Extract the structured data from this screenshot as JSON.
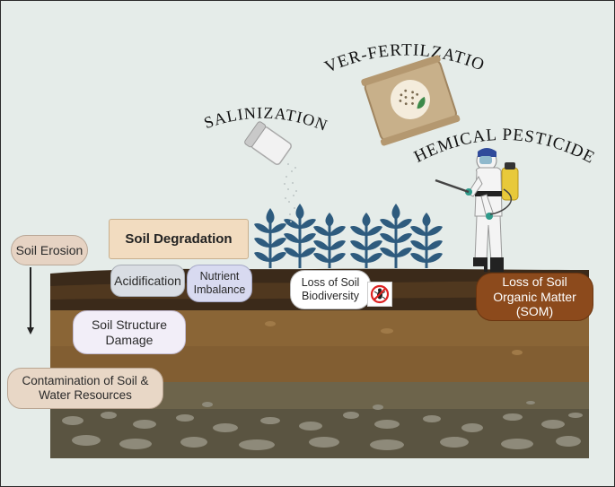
{
  "labels": {
    "over_fertilization": "OVER-FERTILZATION",
    "salinization": "SALINIZATION",
    "chemical_pesticides": "CHEMICAL PESTICIDES"
  },
  "boxes": {
    "soil_erosion": "Soil Erosion",
    "soil_degradation": "Soil Degradation",
    "acidification": "Acidification",
    "nutrient_imbalance": "Nutrient Imbalance",
    "loss_of_soil_biodiversity": "Loss of Soil Biodiversity",
    "loss_of_soil_organic_matter": "Loss of Soil Organic Matter (SOM)",
    "soil_structure_damage": "Soil Structure Damage",
    "contamination": "Contamination of Soil & Water Resources"
  },
  "colors": {
    "background": "#e5ece9",
    "plant": "#2e5b7e",
    "topsoil": "#3b2a1a",
    "subsoil": "#8a6536",
    "rock_layer": "#6d644b",
    "som_box": "#8c4a1c",
    "degradation_box": "#f2dcc0",
    "erosion_box": "#e6d3c3",
    "structure_box": "#f2eef8"
  },
  "icons": [
    "fertilizer-bag-icon",
    "salt-shaker-icon",
    "farmer-sprayer-icon",
    "no-bug-icon",
    "arrow-down-icon"
  ]
}
